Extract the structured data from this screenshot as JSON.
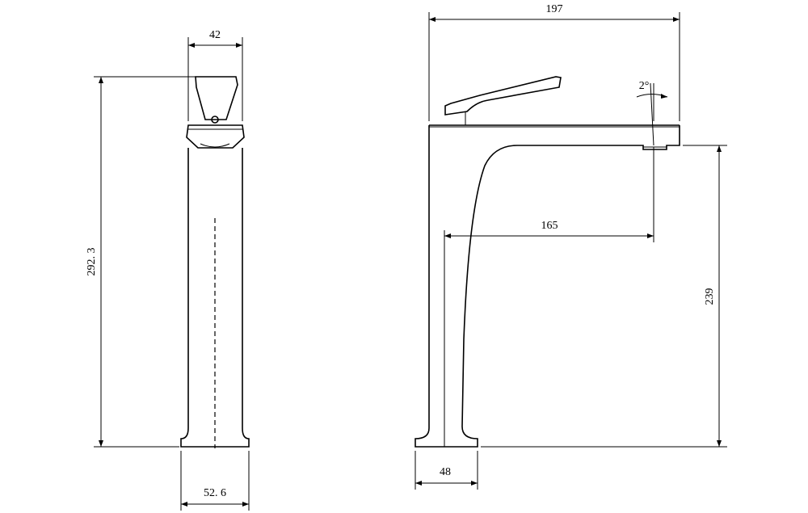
{
  "dimensions": {
    "front_top_width": "42",
    "front_total_height": "292. 3",
    "front_base_width": "52. 6",
    "side_total_length": "197",
    "spout_tilt_angle": "2°",
    "spout_reach": "165",
    "spout_height": "239",
    "side_base_width": "48"
  }
}
